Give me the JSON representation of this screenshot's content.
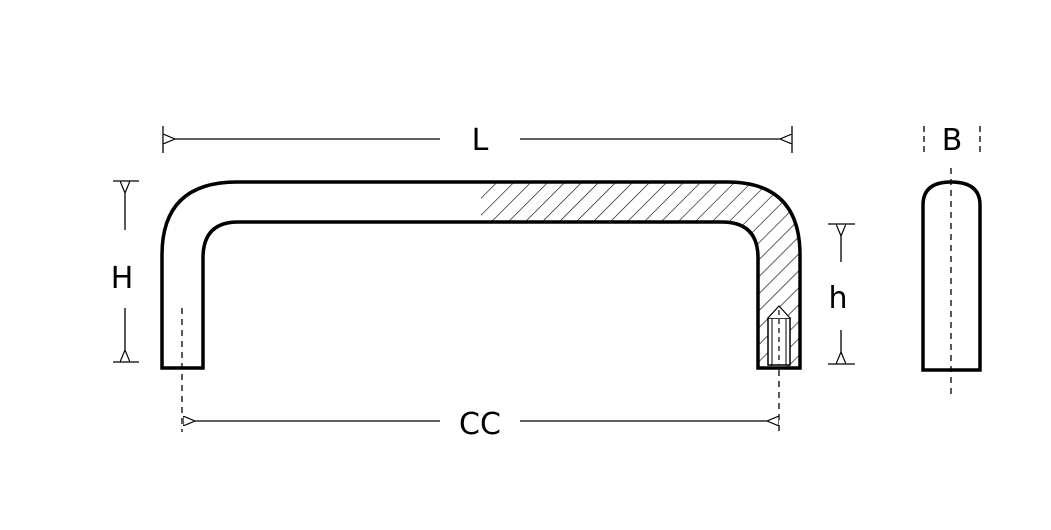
{
  "labels": {
    "length": "L",
    "height": "H",
    "inner_height": "h",
    "center_distance": "CC",
    "width": "B"
  },
  "colors": {
    "line": "#000000",
    "background": "#ffffff"
  }
}
